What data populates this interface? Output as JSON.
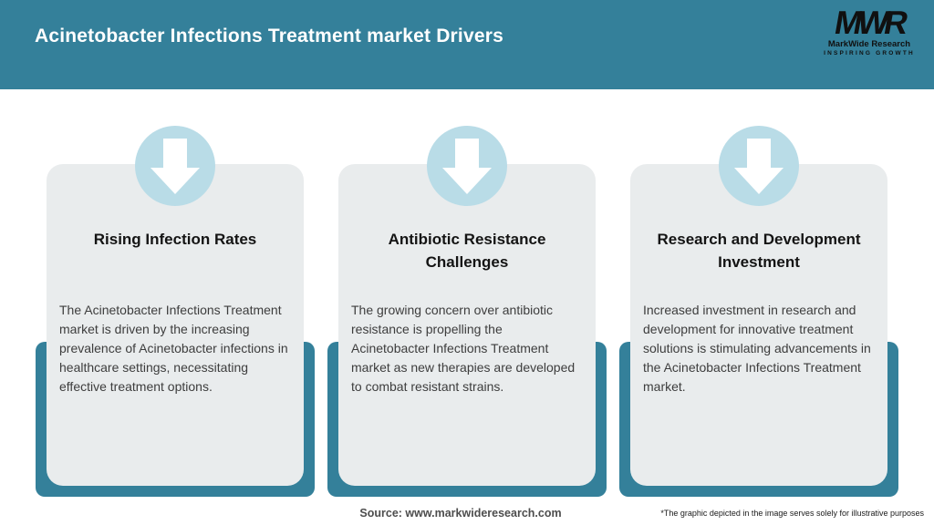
{
  "header": {
    "title": "Acinetobacter Infections Treatment market Drivers"
  },
  "logo": {
    "monogram": "MWR",
    "name": "MarkWide Research",
    "tagline": "INSPIRING GROWTH"
  },
  "cards": [
    {
      "icon": "down-arrow-icon",
      "title": "Rising Infection Rates",
      "description": "The Acinetobacter Infections Treatment market is driven by the increasing prevalence of Acinetobacter infections in healthcare settings, necessitating effective treatment options."
    },
    {
      "icon": "down-arrow-icon",
      "title": "Antibiotic Resistance Challenges",
      "description": "The growing concern over antibiotic resistance is propelling the Acinetobacter Infections Treatment market as new therapies are developed to combat resistant strains."
    },
    {
      "icon": "down-arrow-icon",
      "title": "Research and Development Investment",
      "description": "Increased investment in research and development for innovative treatment solutions is stimulating advancements in the Acinetobacter Infections Treatment market."
    }
  ],
  "footer": {
    "source": "Source: www.markwideresearch.com",
    "disclaimer": "*The graphic depicted in the image serves solely for illustrative purposes"
  },
  "colors": {
    "teal": "#34809A",
    "circle_blue": "#B9DCE7",
    "card_gray": "#E9ECED"
  }
}
